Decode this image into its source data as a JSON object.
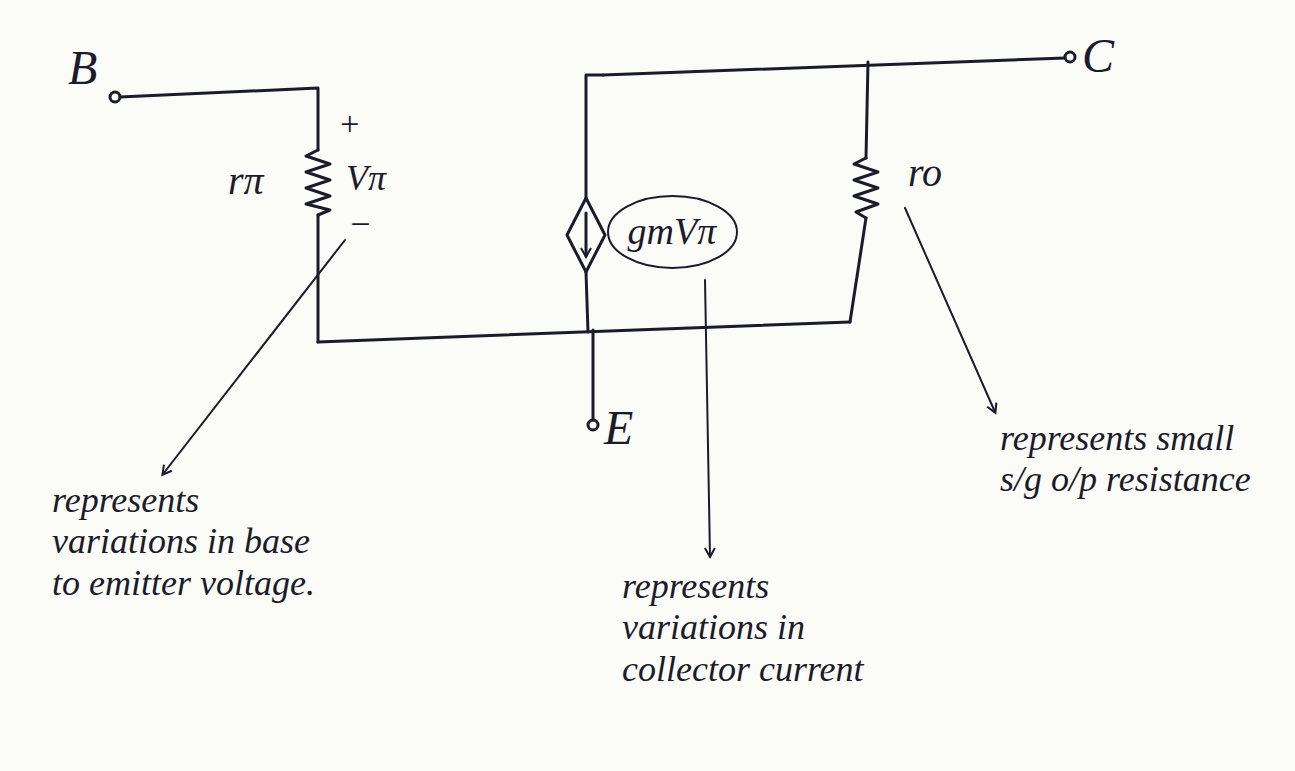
{
  "diagram": {
    "nodes": [
      {
        "text": [
          "gmVπ"
        ]
      }
    ],
    "labels": [
      "B",
      "C",
      "E",
      "rπ",
      "+",
      "Vπ",
      "−",
      "ro",
      "represents variations in base to emitter voltage.",
      "represents variations in collector current",
      "represents small s/g o/p resistance"
    ]
  }
}
